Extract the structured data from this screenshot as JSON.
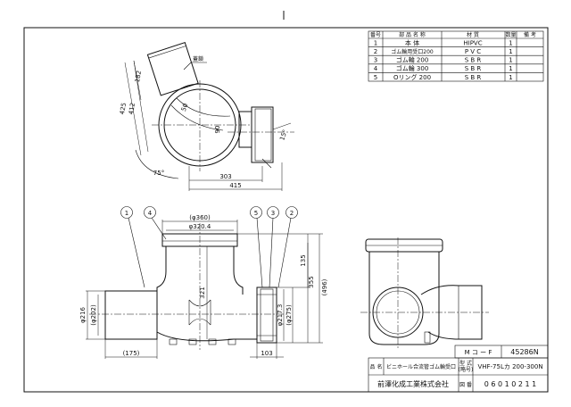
{
  "parts_table": {
    "headers": [
      "番号",
      "部 品 名 称",
      "材 質",
      "数量",
      "備 考"
    ],
    "rows": [
      [
        "1",
        "本 体",
        "HIPVC",
        "1",
        ""
      ],
      [
        "2",
        "ゴム輪用受口200",
        "P V C",
        "1",
        ""
      ],
      [
        "3",
        "ゴム輪 200",
        "S B R",
        "1",
        ""
      ],
      [
        "4",
        "ゴム輪 300",
        "S B R",
        "1",
        ""
      ],
      [
        "5",
        "Oリング 200",
        "S B R",
        "1",
        ""
      ]
    ]
  },
  "plan_view": {
    "label_cover": "蓋鎖",
    "dims": {
      "d425": "425",
      "d412": "412",
      "d182": "182",
      "d50": "50",
      "d90": "90",
      "d75": "75°",
      "d303": "303",
      "d415": "415",
      "d15": "15°"
    }
  },
  "front_view": {
    "balloons": [
      "1",
      "4",
      "5",
      "3",
      "2"
    ],
    "dims": {
      "d360": "(φ360)",
      "d3204": "φ320.4",
      "d321": "321",
      "d135": "135",
      "d355": "355",
      "d496": "(496)",
      "d216": "φ216",
      "d202": "(φ202)",
      "d2173": "φ217.3",
      "d275": "(φ275)",
      "d175": "(175)",
      "d103": "103"
    }
  },
  "title_block": {
    "code": "M コ ー F",
    "number": "45286N",
    "name_label": "品 名",
    "name_value": "ビニホール合流管ゴム輪受口",
    "model_label": "型 式",
    "model_label2": "(略号)",
    "model_value": "VHF-75Lカ 200-300N",
    "company": "前澤化成工業株式会社",
    "docno_label": "図 番",
    "docno_value": "0 6 0 1 0 2 1 1"
  }
}
